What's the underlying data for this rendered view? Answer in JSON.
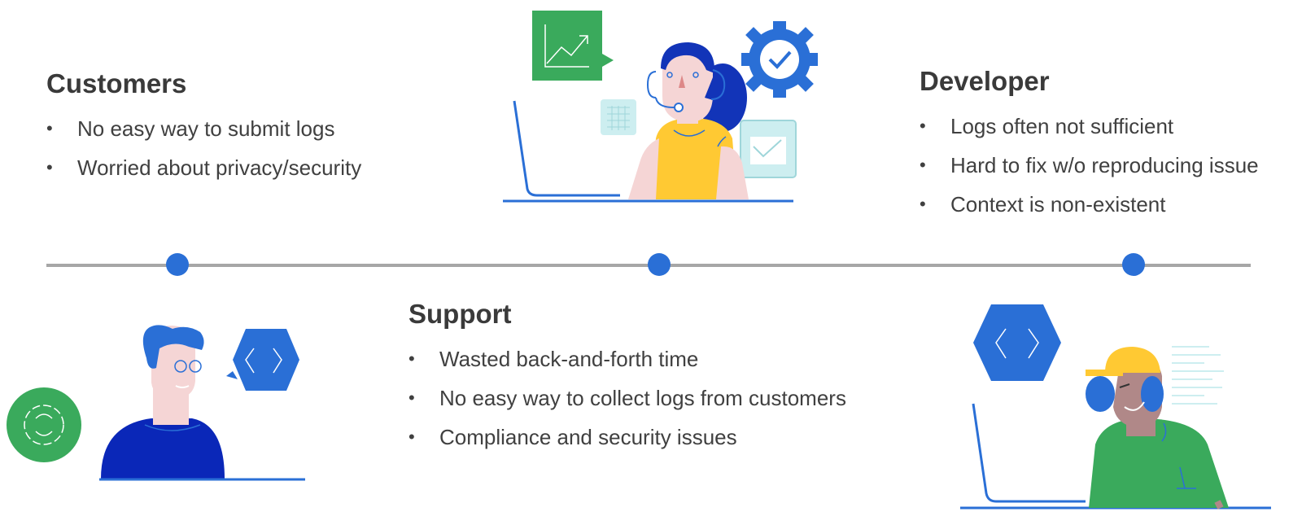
{
  "customers": {
    "title": "Customers",
    "items": [
      "No easy way to submit logs",
      "Worried about privacy/security"
    ]
  },
  "developer": {
    "title": "Developer",
    "items": [
      "Logs often not sufficient",
      "Hard to fix w/o reproducing issue",
      "Context is non-existent"
    ]
  },
  "support": {
    "title": "Support",
    "items": [
      "Wasted back-and-forth time",
      "No easy way to collect logs from customers",
      "Compliance and security issues"
    ]
  },
  "bullet_glyph": "•",
  "timeline": {
    "dot_count": 3
  },
  "colors": {
    "accent_blue": "#2a6fd6",
    "deep_blue": "#1234b8",
    "green": "#3aaa5c",
    "yellow": "#ffc933",
    "skin_light": "#f5d5d5",
    "line_gray": "#a6a6a6"
  },
  "icons": [
    "chart-up-icon",
    "gear-check-icon",
    "calendar-icon",
    "checklist-icon",
    "code-hexagon-icon",
    "refresh-gear-icon",
    "code-lines-icon"
  ]
}
